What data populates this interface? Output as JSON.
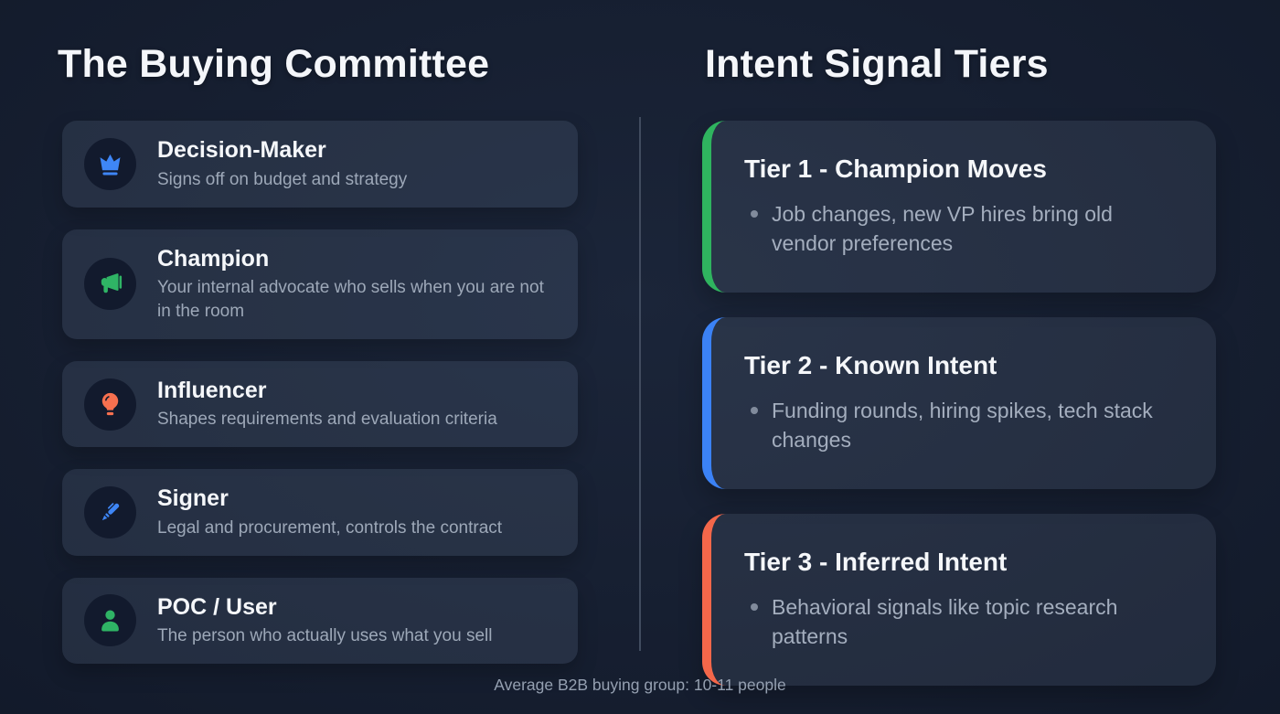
{
  "page": {
    "footer": "Average B2B buying group: 10-11 people"
  },
  "colors": {
    "blue": "#3e86f6",
    "green": "#2fb465",
    "orange": "#f7704f",
    "icon_circle_bg": "#121a2d"
  },
  "left": {
    "title": "The Buying Committee",
    "cards": [
      {
        "icon": "crown-icon",
        "color": "#3e86f6",
        "title": "Decision-Maker",
        "desc": "Signs off on budget and strategy"
      },
      {
        "icon": "megaphone-icon",
        "color": "#2fb465",
        "title": "Champion",
        "desc": "Your internal advocate who sells when you are not in the room"
      },
      {
        "icon": "lightbulb-icon",
        "color": "#f7704f",
        "title": "Influencer",
        "desc": "Shapes requirements and evaluation criteria"
      },
      {
        "icon": "pen-icon",
        "color": "#3e86f6",
        "title": "Signer",
        "desc": "Legal and procurement, controls the contract"
      },
      {
        "icon": "user-icon",
        "color": "#2fb465",
        "title": "POC / User",
        "desc": "The person who actually uses what you sell"
      }
    ]
  },
  "right": {
    "title": "Intent Signal Tiers",
    "tiers": [
      {
        "accent": "#2fb45f",
        "title": "Tier 1 - Champion Moves",
        "bullet": "Job changes, new VP hires bring old vendor preferences"
      },
      {
        "accent": "#3b82f6",
        "title": "Tier 2 - Known Intent",
        "bullet": "Funding rounds, hiring spikes, tech stack changes"
      },
      {
        "accent": "#f4674a",
        "title": "Tier 3 - Inferred Intent",
        "bullet": "Behavioral signals like topic research patterns"
      }
    ]
  }
}
